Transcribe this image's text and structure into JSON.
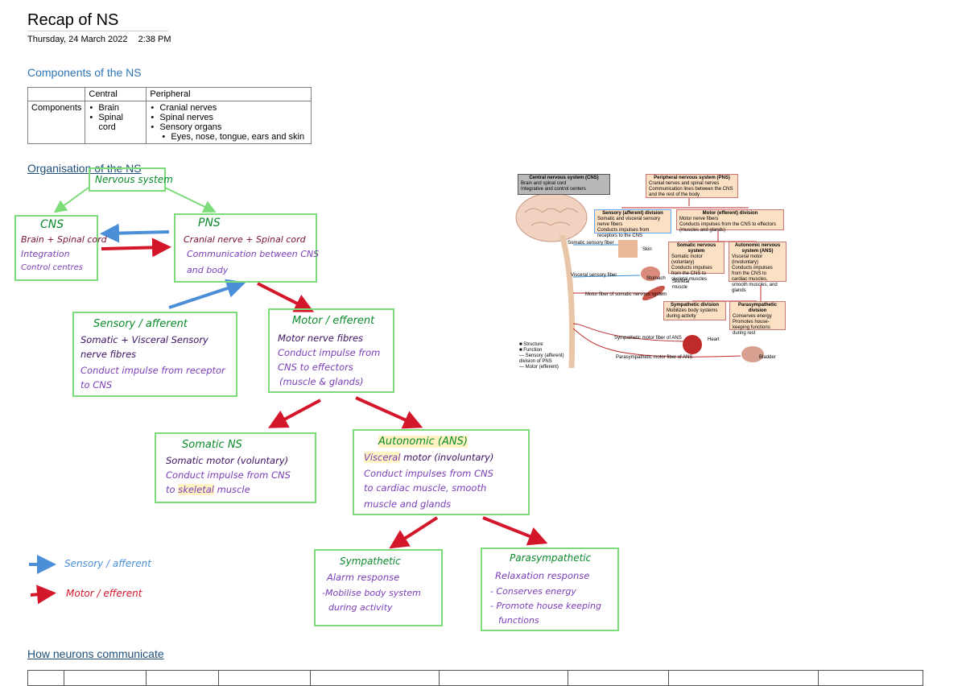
{
  "page": {
    "title": "Recap of NS",
    "date": "Thursday, 24 March 2022",
    "time": "2:38 PM"
  },
  "sections": {
    "components": "Components of the NS",
    "organisation": "Organisation of the NS",
    "neurons": "How neurons communicate"
  },
  "table": {
    "headers": [
      "",
      "Central",
      "Peripheral"
    ],
    "row_label": "Components",
    "central": [
      "Brain",
      "Spinal cord"
    ],
    "peripheral": [
      "Cranial nerves",
      "Spinal nerves",
      "Sensory organs"
    ],
    "peripheral_sub": [
      "Eyes, nose, tongue, ears and skin"
    ]
  },
  "notes": {
    "nervous_system": "Nervous system",
    "cns": {
      "title": "CNS",
      "l1": "Brain + Spinal cord",
      "l2": "Integration",
      "l3": "Control centres"
    },
    "pns": {
      "title": "PNS",
      "l1": "Cranial nerve + Spinal cord",
      "l2": "Communication between CNS",
      "l3": "and body"
    },
    "sensory": {
      "title": "Sensory / afferent",
      "l1": "Somatic + Visceral Sensory",
      "l2": "nerve fibres",
      "l3": "Conduct impulse from receptor",
      "l4": "to CNS"
    },
    "motor": {
      "title": "Motor / efferent",
      "l1": "Motor nerve fibres",
      "l2": "Conduct impulse from",
      "l3": "CNS to effectors",
      "l4": "(muscle & glands)"
    },
    "somatic": {
      "title": "Somatic NS",
      "l1": "Somatic motor (voluntary)",
      "l2": "Conduct impulse from CNS",
      "l3a": "to",
      "l3b": "skeletal",
      "l3c": "muscle"
    },
    "autonomic": {
      "title": "Autonomic (ANS)",
      "l1a": "Visceral",
      "l1b": "motor (involuntary)",
      "l2": "Conduct impulses from CNS",
      "l3": "to cardiac muscle, smooth",
      "l4": "muscle and glands"
    },
    "sympathetic": {
      "title": "Sympathetic",
      "l1": "Alarm response",
      "l2": "-Mobilise body system",
      "l3": "during activity"
    },
    "parasympathetic": {
      "title": "Parasympathetic",
      "l1": "Relaxation response",
      "l2": "- Conserves energy",
      "l3": "- Promote house keeping",
      "l4": "functions"
    },
    "legend_sensory": "Sensory / afferent",
    "legend_motor": "Motor / efferent"
  },
  "figure": {
    "cns_box": {
      "title": "Central nervous system (CNS)",
      "items": [
        "Brain and spinal cord",
        "Integrative and control centers"
      ]
    },
    "pns_box": {
      "title": "Peripheral nervous system (PNS)",
      "items": [
        "Cranial nerves and spinal nerves",
        "Communication lines between the CNS and the rest of the body"
      ]
    },
    "sensory_box": {
      "title": "Sensory (afferent) division",
      "items": [
        "Somatic and visceral sensory nerve fibers",
        "Conducts impulses from receptors to the CNS"
      ]
    },
    "motor_box": {
      "title": "Motor (efferent) division",
      "items": [
        "Motor nerve fibers",
        "Conducts impulses from the CNS to effectors (muscles and glands)"
      ]
    },
    "somatic_box": {
      "title": "Somatic nervous system",
      "items": [
        "Somatic motor (voluntary)",
        "Conducts impulses from the CNS to skeletal muscles"
      ]
    },
    "ans_box": {
      "title": "Autonomic nervous system (ANS)",
      "items": [
        "Visceral motor (involuntary)",
        "Conducts impulses from the CNS to cardiac muscles, smooth muscles, and glands"
      ]
    },
    "symp_box": {
      "title": "Sympathetic division",
      "items": [
        "Mobilizes body systems during activity"
      ]
    },
    "para_box": {
      "title": "Parasympathetic division",
      "items": [
        "Conserves energy",
        "Promotes house-keeping functions during rest"
      ]
    },
    "labels": {
      "somatic_fiber": "Somatic sensory fiber",
      "skin": "Skin",
      "visceral_fiber": "Visceral sensory fiber",
      "stomach": "Stomach",
      "skeletal": "Skeletal muscle",
      "motor_fiber": "Motor fiber of somatic nervous system",
      "symp_fiber": "Sympathetic motor fiber of ANS",
      "heart": "Heart",
      "para_fiber": "Parasympathetic motor fiber of ANS",
      "bladder": "Bladder"
    },
    "key": [
      "Structure",
      "Function",
      "Sensory (afferent) division of PNS",
      "Motor (efferent) division of PNS"
    ]
  },
  "colors": {
    "box_border": "#7ddc7a",
    "sensory_arrow": "#4a8fd8",
    "motor_arrow": "#d4162a",
    "heading_blue": "#2e75b6"
  }
}
